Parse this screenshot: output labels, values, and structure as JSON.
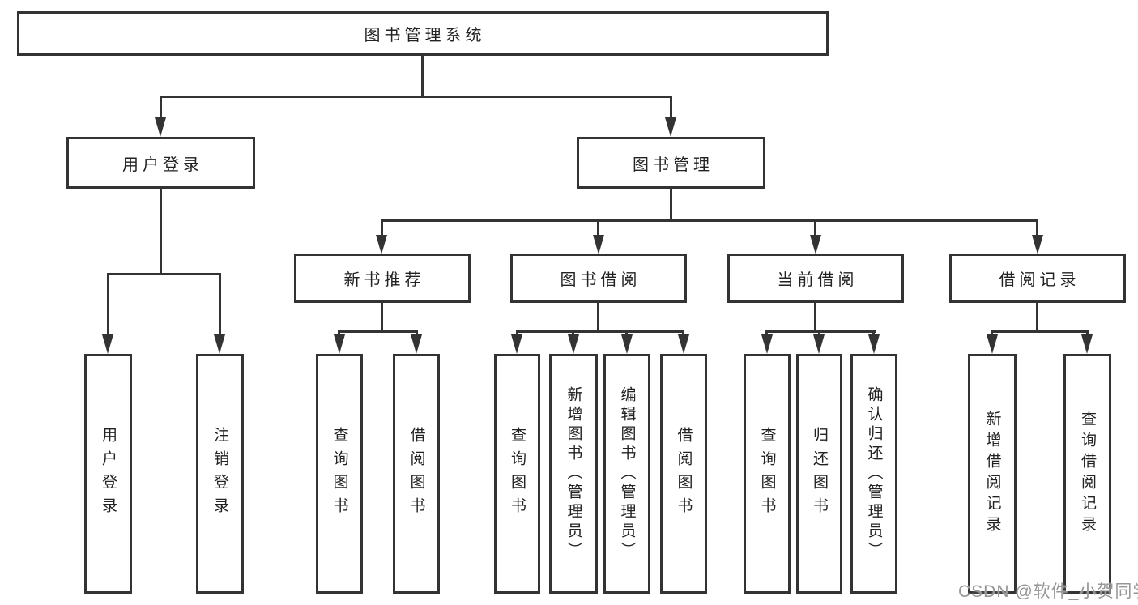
{
  "diagram": {
    "root": {
      "label": "图书管理系统"
    },
    "level2": {
      "user_login": {
        "label": "用户登录"
      },
      "book_mgmt": {
        "label": "图书管理"
      }
    },
    "level3": {
      "new_book": {
        "label": "新书推荐"
      },
      "book_borrow": {
        "label": "图书借阅"
      },
      "current_borrow": {
        "label": "当前借阅"
      },
      "borrow_records": {
        "label": "借阅记录"
      }
    },
    "leaves": {
      "user_login": "用户登录",
      "logout": "注销登录",
      "nb_query_book": "查询图书",
      "nb_borrow_book": "借阅图书",
      "bb_query_book": "查询图书",
      "bb_add_book": "新增图书（管理员）",
      "bb_edit_book": "编辑图书（管理员）",
      "bb_borrow_book": "借阅图书",
      "cb_query_book": "查询图书",
      "cb_return_book": "归还图书",
      "cb_confirm_return": "确认归还（管理员）",
      "br_add_record": "新增借阅记录",
      "br_query_record": "查询借阅记录"
    },
    "watermark": {
      "text": "CSDN @软件_小贺同学"
    },
    "colors": {
      "line": "#333333",
      "box_background": "#ffffff",
      "text": "#222222",
      "watermark": "#969696",
      "page_background": "#ffffff"
    }
  }
}
